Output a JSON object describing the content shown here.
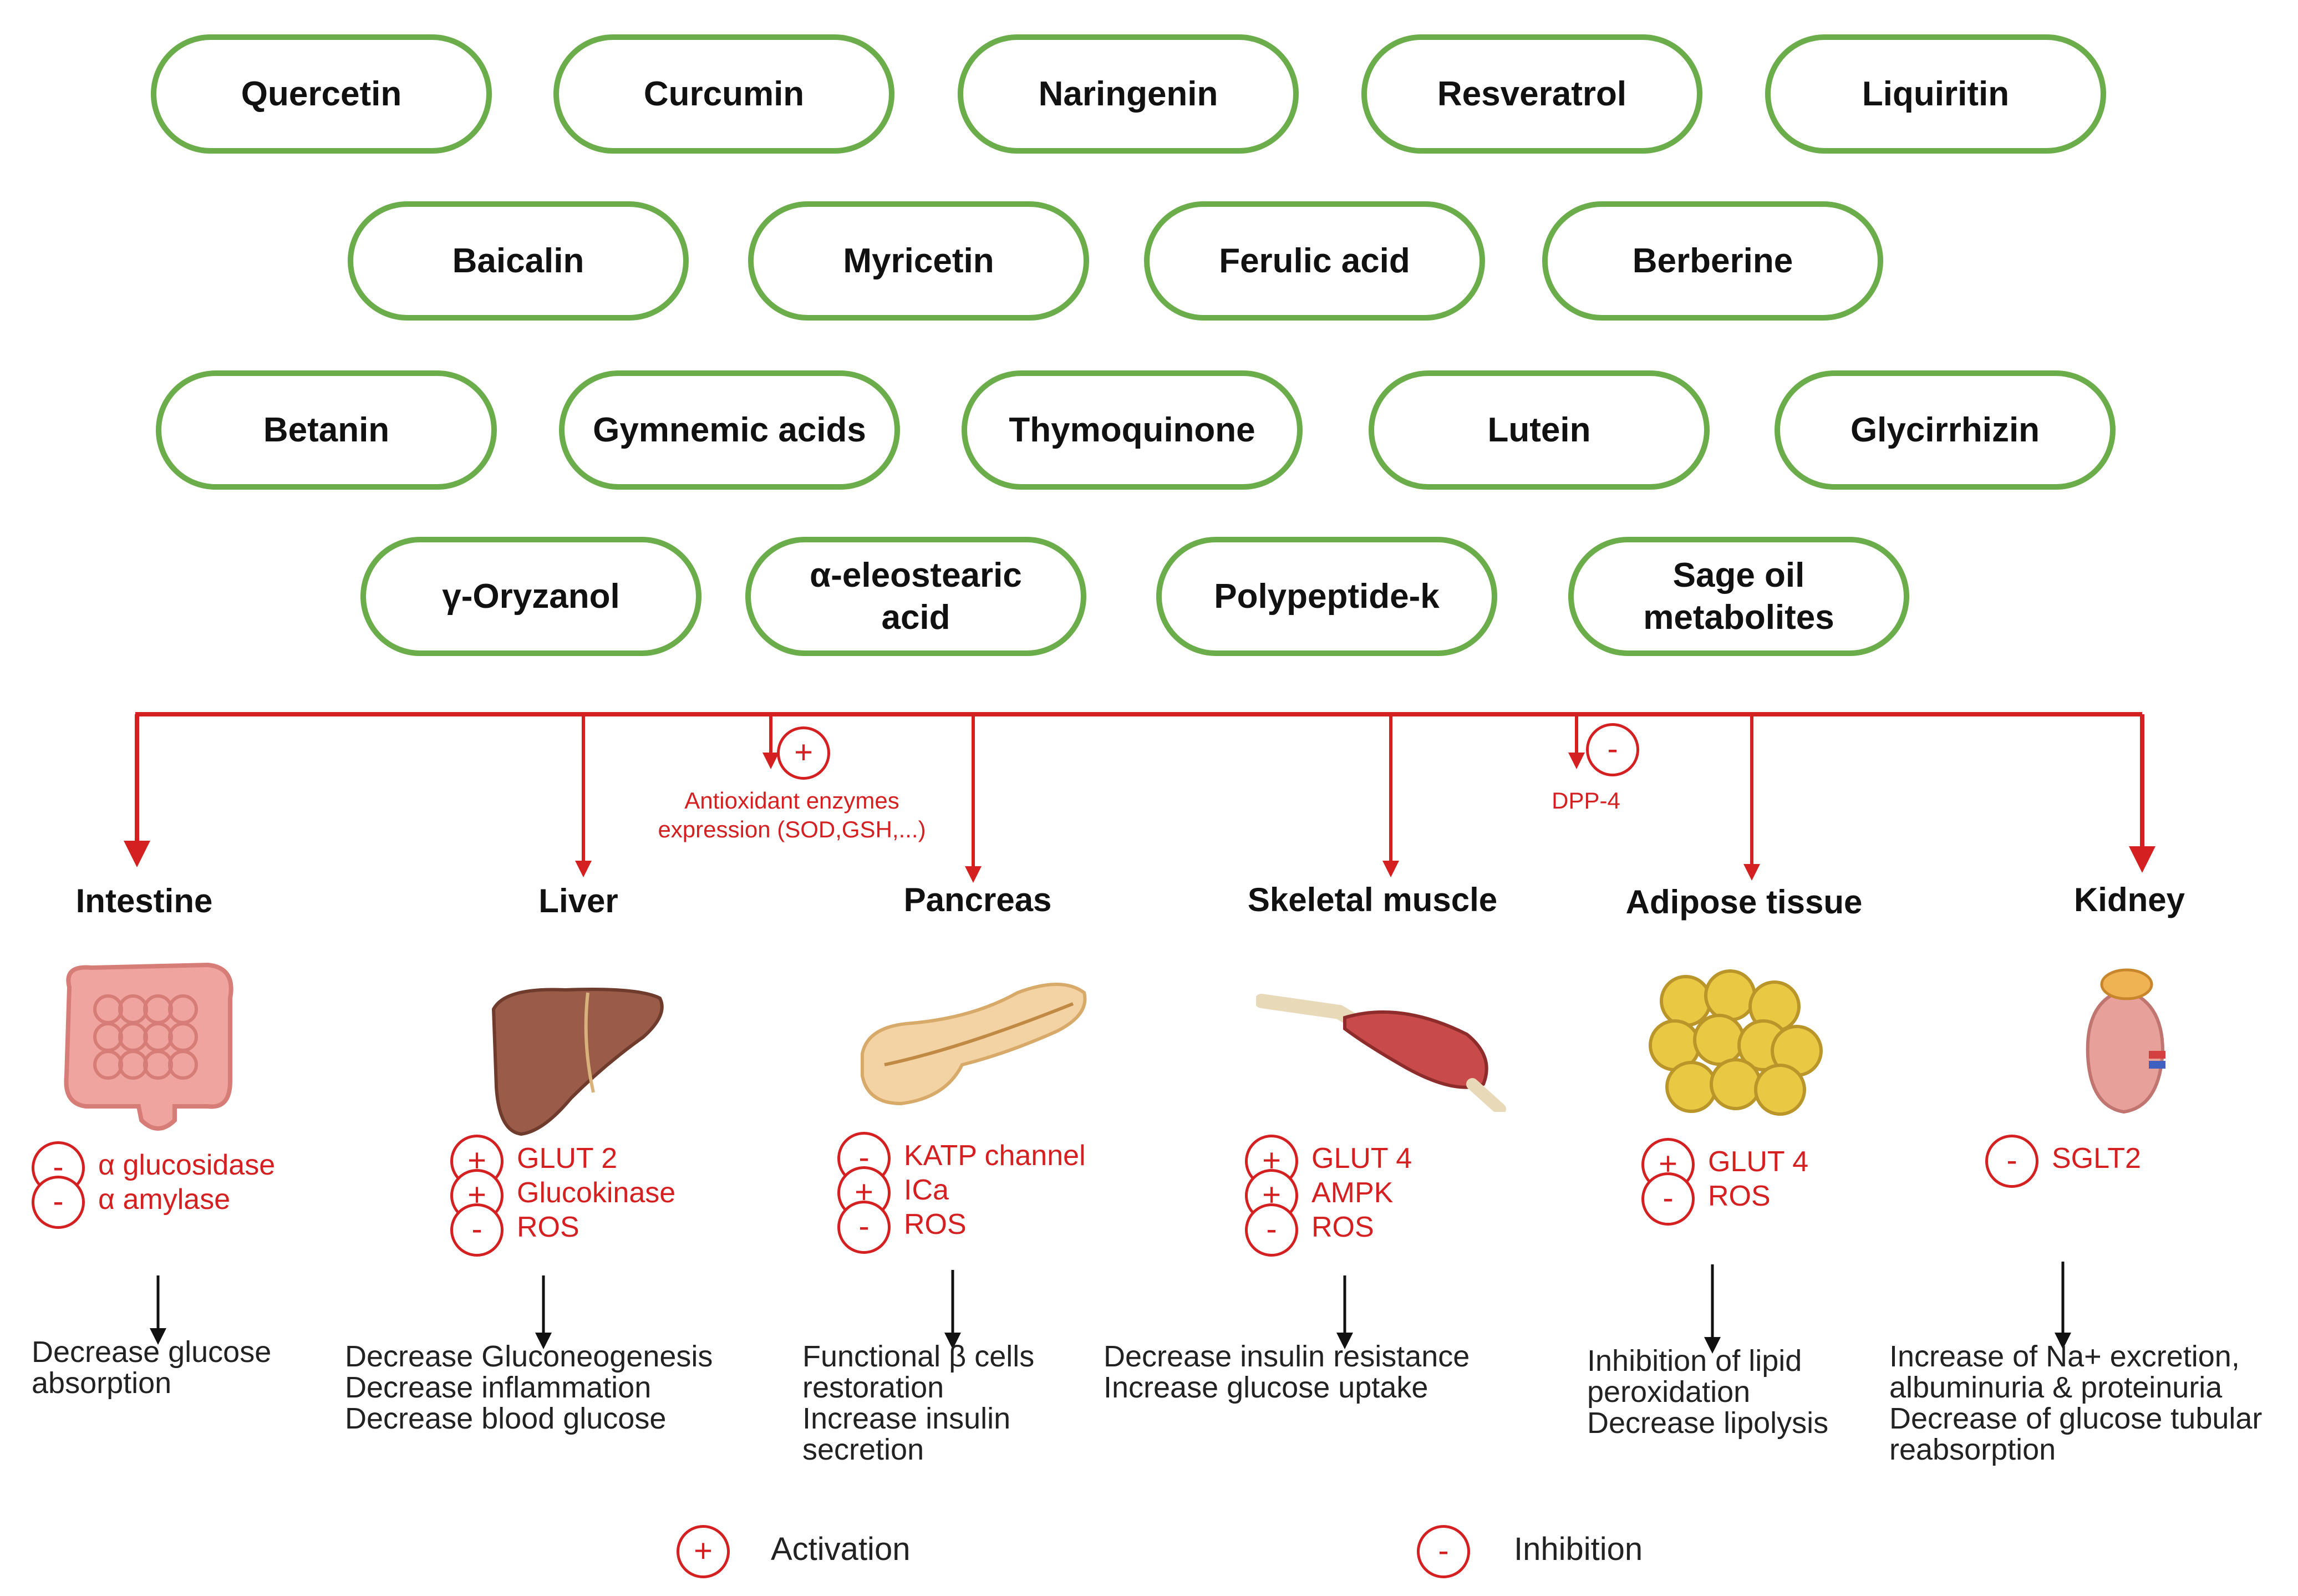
{
  "compounds": [
    [
      "Quercetin",
      "Curcumin",
      "Naringenin",
      "Resveratrol",
      "Liquiritin"
    ],
    [
      "Baicalin",
      "Myricetin",
      "Ferulic acid",
      "Berberine"
    ],
    [
      "Betanin",
      "Gymnemic acids",
      "Thymoquinone",
      "Lutein",
      "Glycirrhizin"
    ],
    [
      "γ-Oryzanol",
      "α-eleostearic\nacid",
      "Polypeptide-k",
      "Sage oil\nmetabolites"
    ]
  ],
  "pathway_notes": [
    {
      "symbol": "+",
      "text": "Antioxidant enzymes\nexpression (SOD,GSH,...)"
    },
    {
      "symbol": "-",
      "text": "DPP-4"
    }
  ],
  "organs": [
    {
      "name": "Intestine",
      "icon": "intestine-icon",
      "effects": [
        {
          "symbol": "-",
          "label": "α glucosidase"
        },
        {
          "symbol": "-",
          "label": "α amylase"
        }
      ],
      "outcome": "Decrease glucose\nabsorption"
    },
    {
      "name": "Liver",
      "icon": "liver-icon",
      "effects": [
        {
          "symbol": "+",
          "label": "GLUT 2"
        },
        {
          "symbol": "+",
          "label": "Glucokinase"
        },
        {
          "symbol": "-",
          "label": "ROS"
        }
      ],
      "outcome": "Decrease Gluconeogenesis\nDecrease inflammation\nDecrease blood glucose"
    },
    {
      "name": "Pancreas",
      "icon": "pancreas-icon",
      "effects": [
        {
          "symbol": "-",
          "label": "KATP channel"
        },
        {
          "symbol": "+",
          "label": "ICa"
        },
        {
          "symbol": "-",
          "label": "ROS"
        }
      ],
      "outcome": "Functional β cells\nrestoration\nIncrease insulin\nsecretion"
    },
    {
      "name": "Skeletal muscle",
      "icon": "muscle-icon",
      "effects": [
        {
          "symbol": "+",
          "label": "GLUT 4"
        },
        {
          "symbol": "+",
          "label": "AMPK"
        },
        {
          "symbol": "-",
          "label": "ROS"
        }
      ],
      "outcome": "Decrease  insulin resistance\nIncrease glucose uptake"
    },
    {
      "name": "Adipose tissue",
      "icon": "adipose-icon",
      "effects": [
        {
          "symbol": "+",
          "label": "GLUT 4"
        },
        {
          "symbol": "-",
          "label": "ROS"
        }
      ],
      "outcome": "Inhibition of lipid\nperoxidation\nDecrease lipolysis"
    },
    {
      "name": "Kidney",
      "icon": "kidney-icon",
      "effects": [
        {
          "symbol": "-",
          "label": "SGLT2"
        }
      ],
      "outcome": "Increase of Na+ excretion,\nalbuminuria & proteinuria\nDecrease of glucose tubular\nreabsorption"
    }
  ],
  "legend": [
    {
      "symbol": "+",
      "label": "Activation"
    },
    {
      "symbol": "-",
      "label": "Inhibition"
    }
  ],
  "colors": {
    "pill_border": "#6aad4a",
    "arrow_red": "#d42020",
    "text_dark": "#111111"
  }
}
